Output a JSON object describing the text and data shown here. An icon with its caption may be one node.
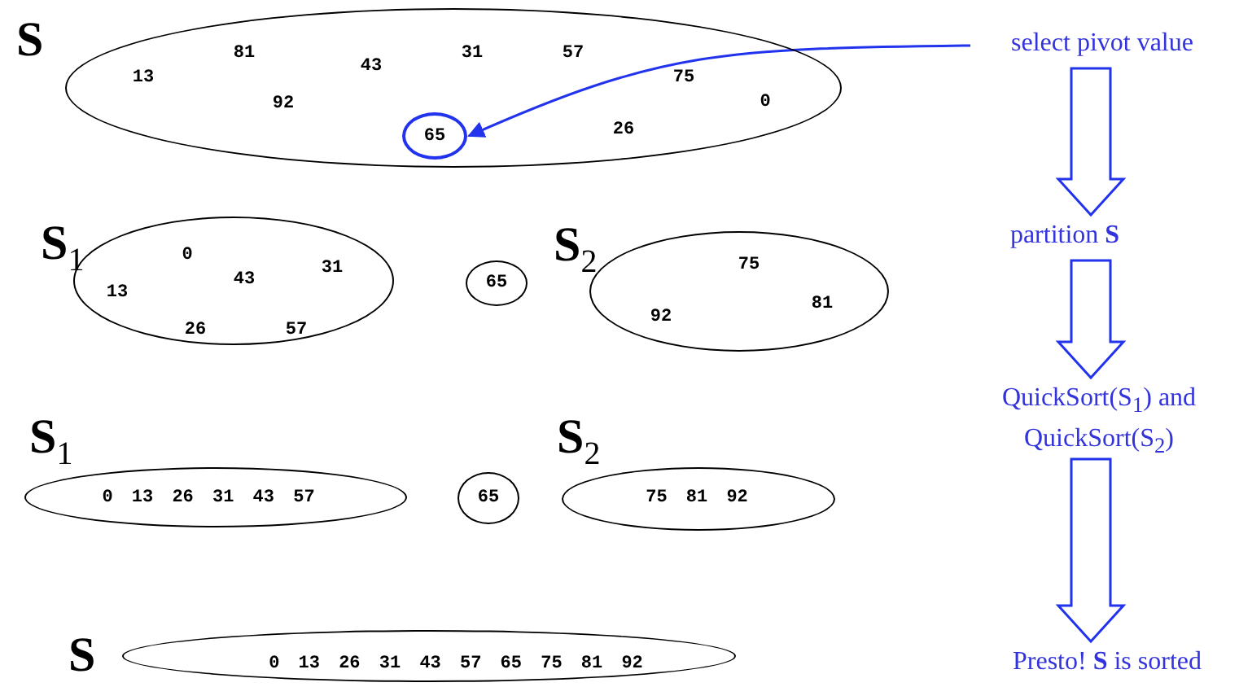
{
  "diagram": {
    "nodes": [
      {
        "text": [
          "S",
          "81",
          "43",
          "31",
          "57",
          "13",
          "75",
          "92",
          "0",
          "26"
        ]
      },
      {
        "text": [
          "65"
        ],
        "in": 0
      },
      {
        "text": [
          "select pivot value"
        ]
      },
      {
        "text": [
          "S$_{1}$",
          "0",
          "31",
          "43",
          "13",
          "26",
          "57"
        ]
      },
      {
        "text": [
          "65"
        ]
      },
      {
        "text": [
          "S$_{2}$",
          "75",
          "81",
          "92"
        ]
      },
      {
        "text": [
          "partition **S**"
        ]
      },
      {
        "text": [
          "S$_{1}$",
          "0 13 26 31 43 57"
        ]
      },
      {
        "text": [
          "65"
        ]
      },
      {
        "text": [
          "S$_{2}$",
          "75 81 92"
        ]
      },
      {
        "text": [
          "QuickSort(S$_{1}$) and QuickSort(S$_{2}$)"
        ]
      },
      {
        "text": [
          "S",
          "0 13 26 31 43 57 65 75 81 92"
        ]
      },
      {
        "text": [
          "Presto!  **S** is sorted"
        ]
      }
    ],
    "edges": [
      {
        "from": 2,
        "to": 1,
        "arrow": "to"
      },
      {
        "from": 2,
        "to": 6,
        "arrow": "to"
      },
      {
        "from": 6,
        "to": 10,
        "arrow": "to"
      },
      {
        "from": 10,
        "to": 12,
        "arrow": "to"
      }
    ]
  }
}
